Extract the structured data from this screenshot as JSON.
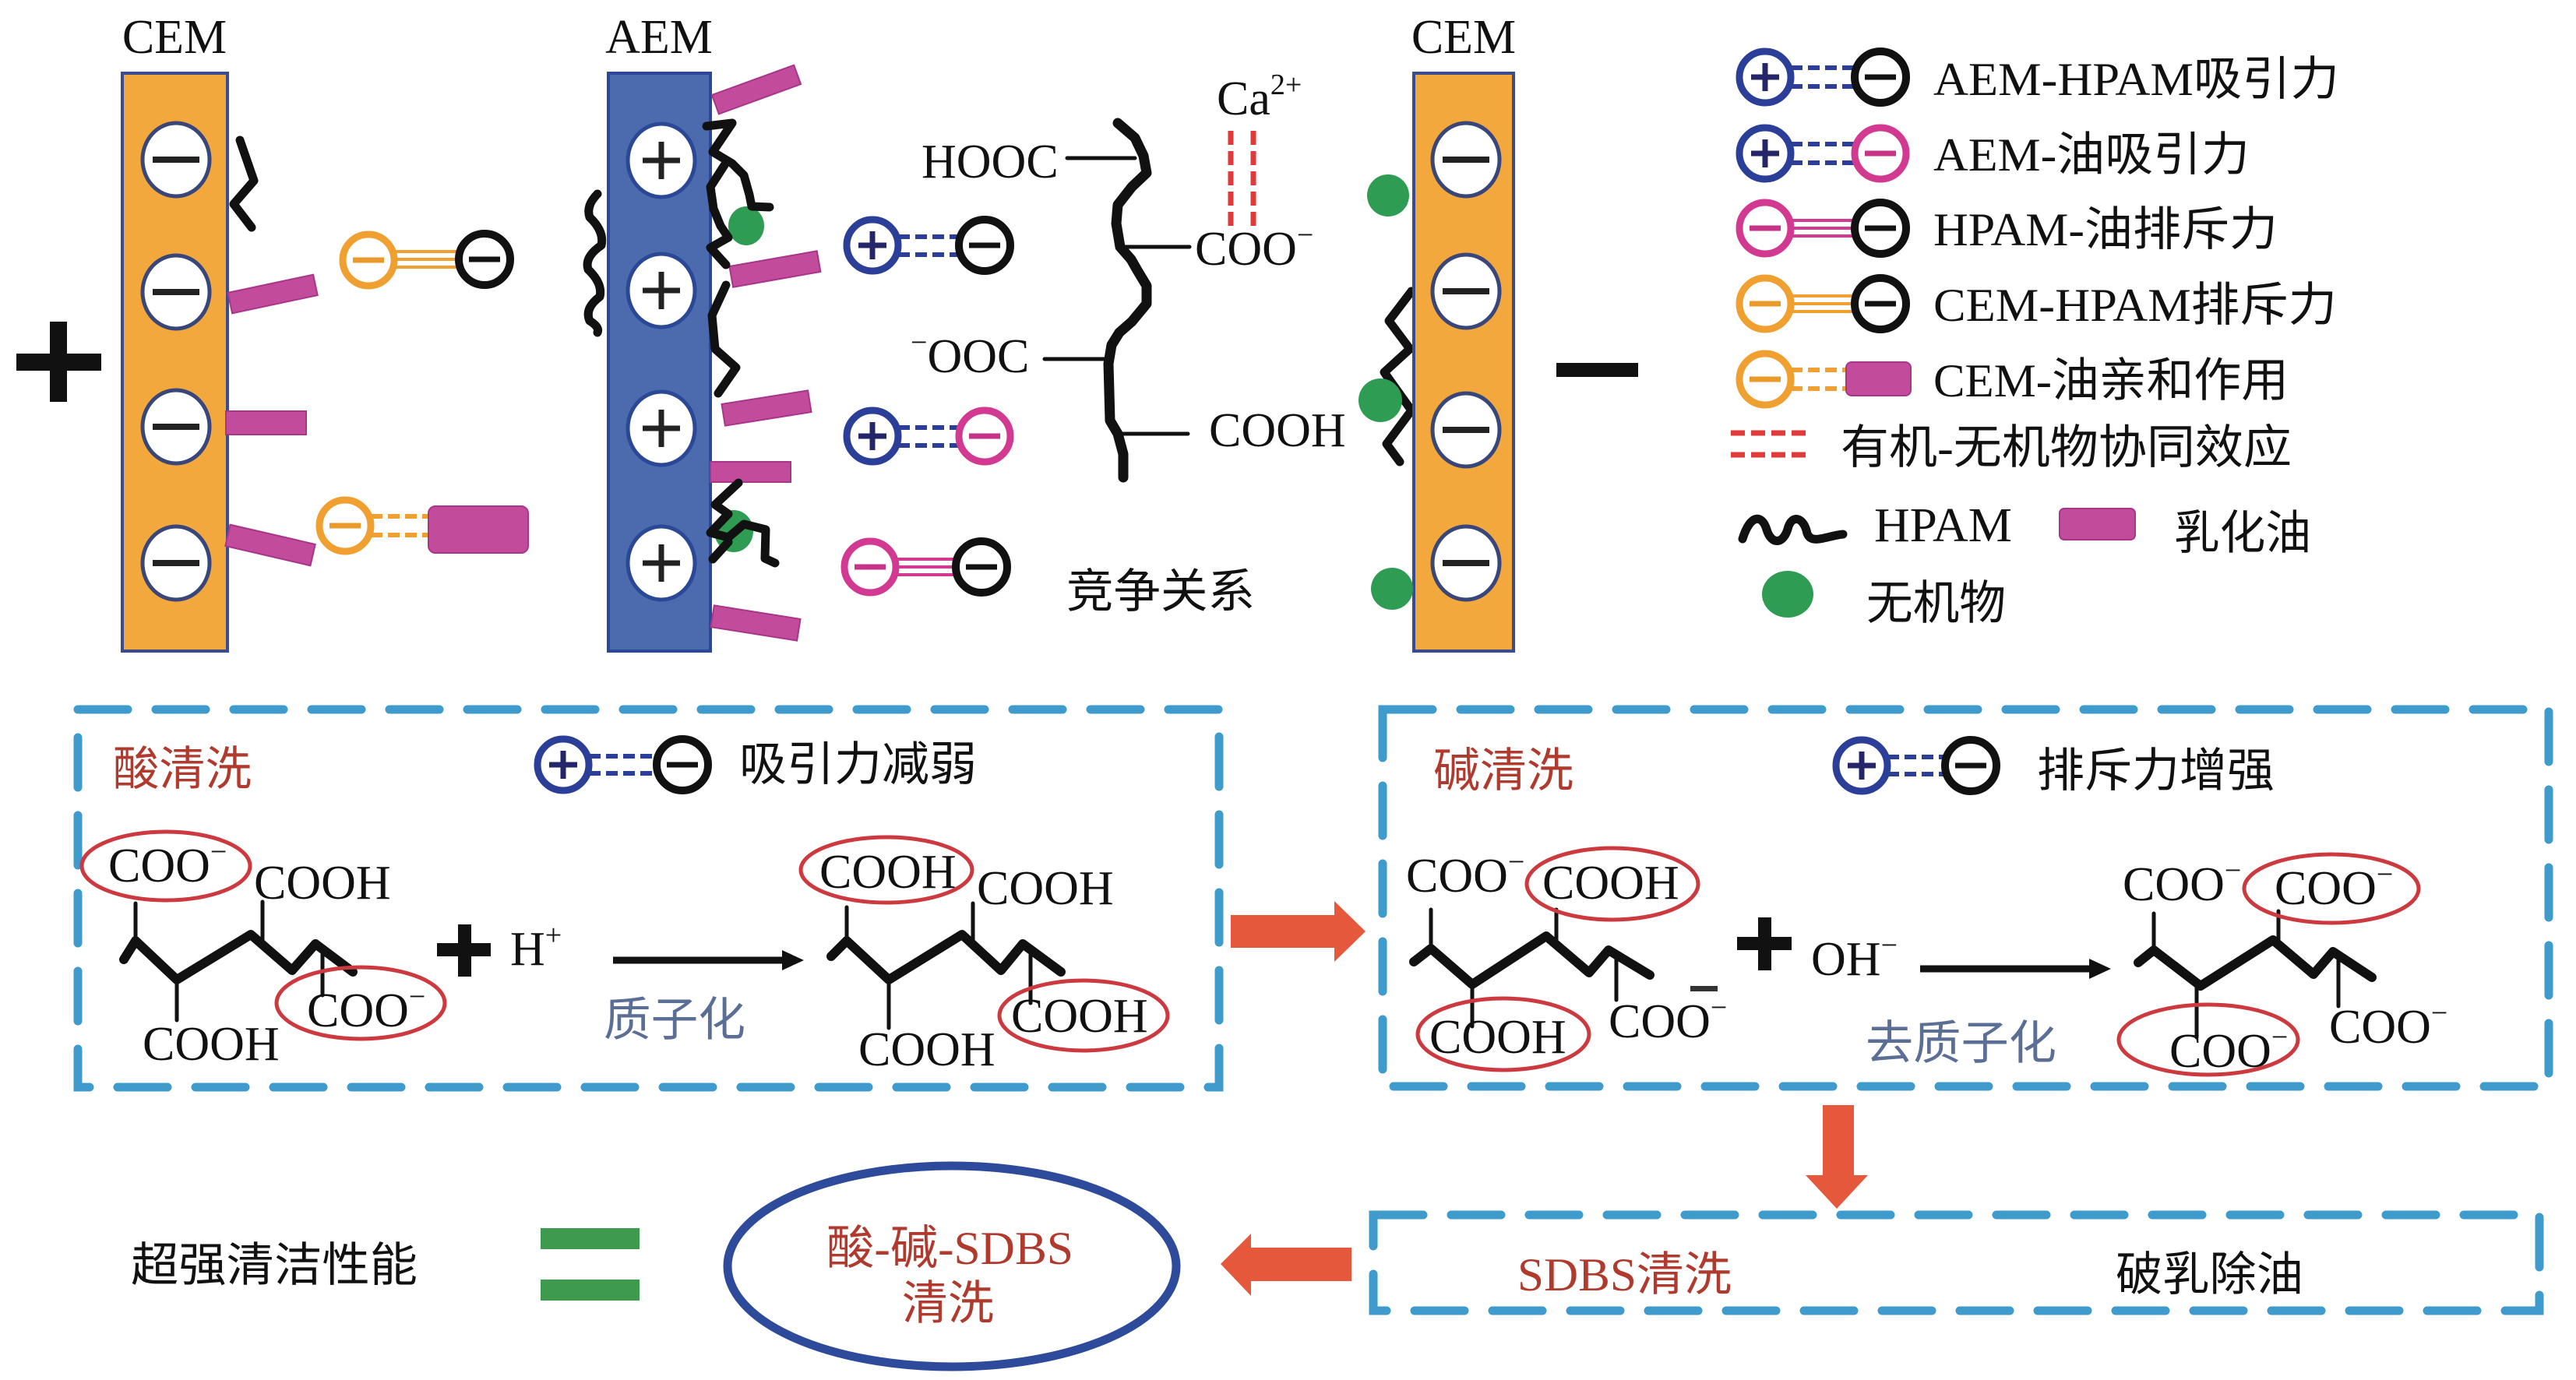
{
  "colors": {
    "cem_fill": "#F2A83C",
    "aem_fill": "#4B6BAE",
    "emulsified_oil": "#C24C9B",
    "inorganic": "#2E9C52",
    "positive_ring": "#2B3F98",
    "oil_ring": "#D23A92",
    "cem_ring": "#F0A030",
    "synergy_dash": "#E03A3A",
    "highlight_ellipse": "#CC3A3F",
    "process_box": "#3E9BCB",
    "flow_arrow": "#E5583B",
    "title_red": "#B03A2E",
    "process_slate": "#5B6E96",
    "result_ellipse": "#2D4A9B",
    "equals_green": "#3E9A4C"
  },
  "top_panel": {
    "left_electrode": {
      "polarity": "positive"
    },
    "right_electrode": {
      "polarity": "negative"
    },
    "membranes": [
      {
        "label": "CEM",
        "fixed_charge": "negative",
        "sites": 4
      },
      {
        "label": "AEM",
        "fixed_charge": "positive",
        "sites": 4
      },
      {
        "label": "CEM",
        "fixed_charge": "negative",
        "sites": 4
      }
    ],
    "hpam_molecule": {
      "groups": [
        {
          "pre": "",
          "base": "HOOC",
          "sup": ""
        },
        {
          "pre": "",
          "base": "COO",
          "sup": "−"
        },
        {
          "pre": "−",
          "base": "OOC",
          "sup": ""
        },
        {
          "pre": "",
          "base": "COOH",
          "sup": ""
        }
      ],
      "bridging_ion": {
        "base": "Ca",
        "sup": "2+"
      }
    },
    "competition_label": "竞争关系"
  },
  "legend": {
    "items": [
      {
        "label": "AEM-HPAM吸引力",
        "icon": "plus-dashed-minus"
      },
      {
        "label": "AEM-油吸引力",
        "icon": "plus-dashed-oil-minus"
      },
      {
        "label": "HPAM-油排斥力",
        "icon": "oil-minus-triple-minus"
      },
      {
        "label": "CEM-HPAM排斥力",
        "icon": "cem-minus-triple-minus"
      },
      {
        "label": "CEM-油亲和作用",
        "icon": "cem-minus-dashed-oil"
      },
      {
        "label": "有机-无机物协同效应",
        "icon": "red-double-dash"
      },
      {
        "label": "HPAM",
        "icon": "hpam-squiggle"
      },
      {
        "label": "乳化油",
        "icon": "oil-rectangle"
      },
      {
        "label": "无机物",
        "icon": "green-dot"
      }
    ]
  },
  "acid_wash": {
    "title": "酸清洗",
    "effect": "吸引力减弱",
    "reagent": {
      "base": "H",
      "sup": "+"
    },
    "process": "质子化",
    "reactant": {
      "top_left": {
        "base": "COO",
        "sup": "−",
        "circled": true
      },
      "top_right": {
        "base": "COOH",
        "sup": "",
        "circled": false
      },
      "bottom_left": {
        "base": "COOH",
        "sup": "",
        "circled": false
      },
      "bottom_right": {
        "base": "COO",
        "sup": "−",
        "circled": true
      }
    },
    "product": {
      "top_left": {
        "base": "COOH",
        "sup": "",
        "circled": true
      },
      "top_right": {
        "base": "COOH",
        "sup": "",
        "circled": false
      },
      "bottom_left": {
        "base": "COOH",
        "sup": "",
        "circled": false
      },
      "bottom_right": {
        "base": "COOH",
        "sup": "",
        "circled": true
      }
    }
  },
  "base_wash": {
    "title": "碱清洗",
    "effect": "排斥力增强",
    "reagent": {
      "base": "OH",
      "sup": "−"
    },
    "process": "去质子化",
    "reactant": {
      "top_left": {
        "base": "COO",
        "sup": "−",
        "circled": false
      },
      "top_right": {
        "base": "COOH",
        "sup": "",
        "circled": true
      },
      "bottom_left": {
        "base": "COOH",
        "sup": "",
        "circled": true
      },
      "bottom_right": {
        "base": "COO",
        "sup": "−",
        "circled": false
      }
    },
    "product": {
      "top_left": {
        "base": "COO",
        "sup": "−",
        "circled": false
      },
      "top_right": {
        "base": "COO",
        "sup": "−",
        "circled": true
      },
      "bottom_left": {
        "base": "COO",
        "sup": "−",
        "circled": true
      },
      "bottom_right": {
        "base": "COO",
        "sup": "−",
        "circled": false
      }
    }
  },
  "sdbs_wash": {
    "title": "SDBS清洗",
    "effect": "破乳除油"
  },
  "combined": {
    "label_line1": "酸-碱-SDBS",
    "label_line2": "清洗"
  },
  "result": {
    "label": "超强清洁性能",
    "relation": "="
  }
}
